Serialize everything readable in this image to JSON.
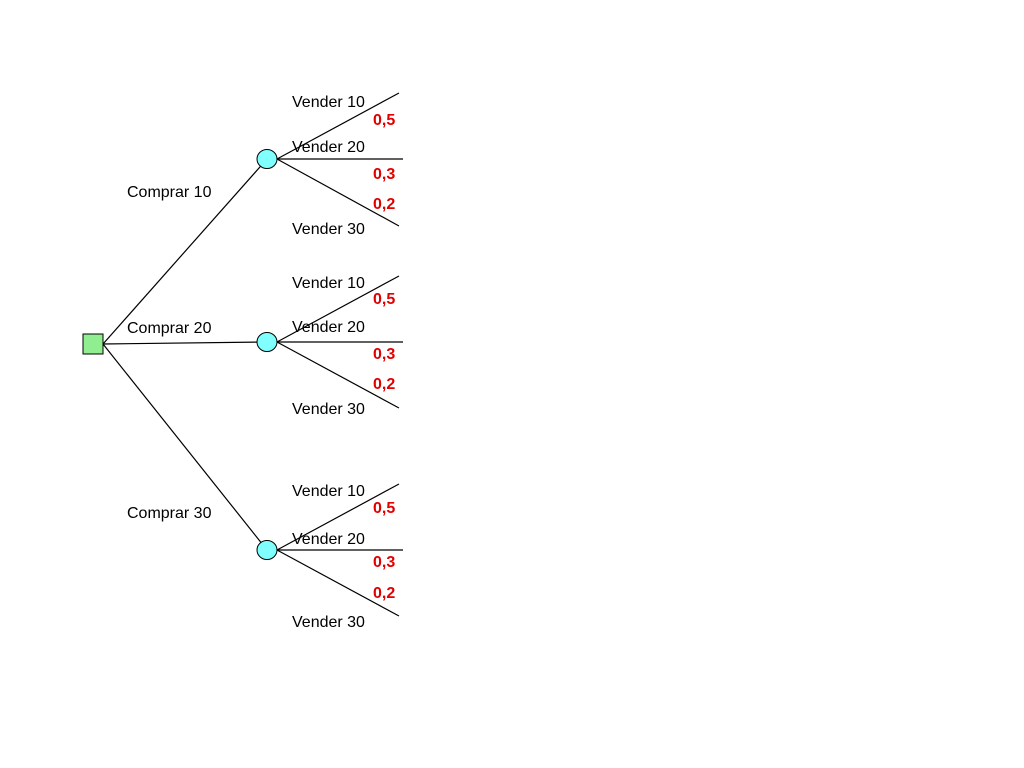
{
  "colors": {
    "decision_fill": "#90ee90",
    "chance_fill": "#80ffff",
    "probability_text": "#e00000",
    "line": "#000000"
  },
  "decision": {
    "options": [
      {
        "label": "Comprar 10",
        "outcomes": [
          {
            "label": "Vender 10",
            "probability": "0,5"
          },
          {
            "label": "Vender 20",
            "probability": "0,3"
          },
          {
            "label": "Vender 30",
            "probability": "0,2"
          }
        ]
      },
      {
        "label": "Comprar 20",
        "outcomes": [
          {
            "label": "Vender 10",
            "probability": "0,5"
          },
          {
            "label": "Vender 20",
            "probability": "0,3"
          },
          {
            "label": "Vender 30",
            "probability": "0,2"
          }
        ]
      },
      {
        "label": "Comprar 30",
        "outcomes": [
          {
            "label": "Vender 10",
            "probability": "0,5"
          },
          {
            "label": "Vender 20",
            "probability": "0,3"
          },
          {
            "label": "Vender 30",
            "probability": "0,2"
          }
        ]
      }
    ]
  }
}
